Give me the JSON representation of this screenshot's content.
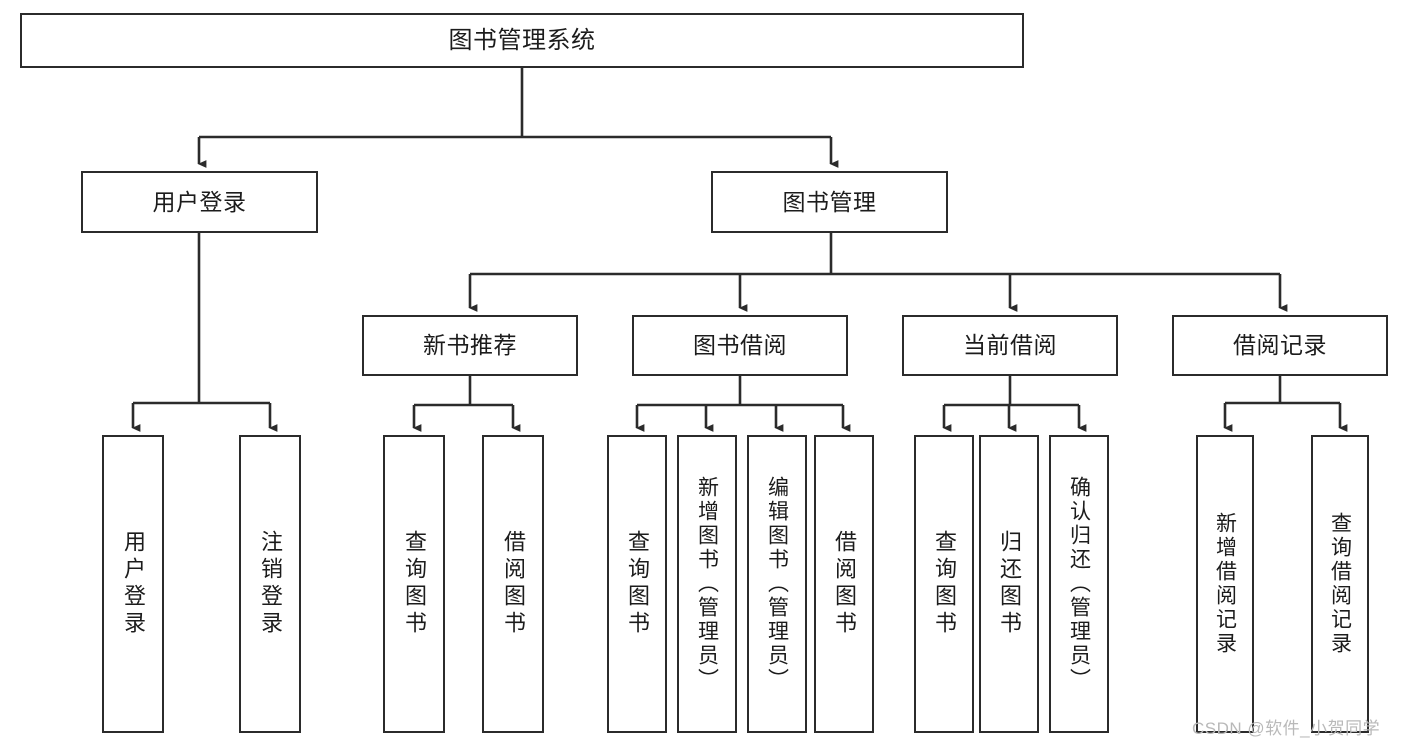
{
  "diagram": {
    "title": "图书管理系统",
    "type": "hierarchy-tree",
    "root": {
      "id": "root",
      "label": "图书管理系统"
    },
    "level2": [
      {
        "id": "user-login",
        "label": "用户登录"
      },
      {
        "id": "book-management",
        "label": "图书管理"
      }
    ],
    "level3": [
      {
        "id": "new-book-recommend",
        "label": "新书推荐"
      },
      {
        "id": "book-borrow",
        "label": "图书借阅"
      },
      {
        "id": "current-borrow",
        "label": "当前借阅"
      },
      {
        "id": "borrow-record",
        "label": "借阅记录"
      }
    ],
    "leaves": {
      "user_login": [
        {
          "id": "leaf-user-login",
          "label": "用户登录"
        },
        {
          "id": "leaf-logout-login",
          "label": "注销登录"
        }
      ],
      "new_book_recommend": [
        {
          "id": "leaf-query-book-1",
          "label": "查询图书"
        },
        {
          "id": "leaf-borrow-book-1",
          "label": "借阅图书"
        }
      ],
      "book_borrow": [
        {
          "id": "leaf-query-book-2",
          "label": "查询图书"
        },
        {
          "id": "leaf-add-book",
          "label": "新增图书（管理员）"
        },
        {
          "id": "leaf-edit-book",
          "label": "编辑图书（管理员）"
        },
        {
          "id": "leaf-borrow-book-2",
          "label": "借阅图书"
        }
      ],
      "current_borrow": [
        {
          "id": "leaf-query-book-3",
          "label": "查询图书"
        },
        {
          "id": "leaf-return-book",
          "label": "归还图书"
        },
        {
          "id": "leaf-confirm-return",
          "label": "确认归还（管理员）"
        }
      ],
      "borrow_record": [
        {
          "id": "leaf-add-record",
          "label": "新增借阅记录"
        },
        {
          "id": "leaf-query-record",
          "label": "查询借阅记录"
        }
      ]
    }
  },
  "watermark": {
    "text": "CSDN @软件_小贺同学"
  },
  "colors": {
    "stroke": "#2b2b2b",
    "background": "#ffffff",
    "text": "#1c1c1c",
    "watermark": "#b9b9b9"
  }
}
